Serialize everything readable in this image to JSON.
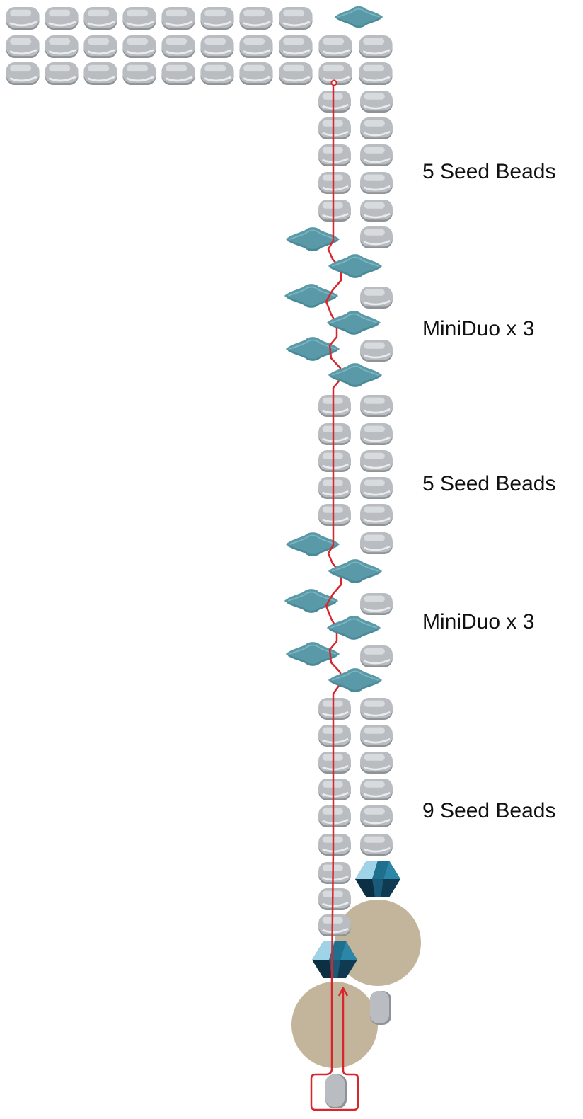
{
  "colors": {
    "seed_bead": "#b9bdc1",
    "seed_bead_shadow": "#8e9397",
    "seed_bead_highlight": "#eef0f2",
    "miniduo": "#5a9aa8",
    "miniduo_shade": "#3f7f8e",
    "miniduo_highlight": "#8cc0cb",
    "pearl": "#c2b59b",
    "crystal_dark": "#0f3a52",
    "crystal_mid": "#1f6f8f",
    "crystal_light": "#9fd3e8",
    "thread": "#d7262c"
  },
  "labels": {
    "step1": "5 Seed Beads",
    "step2": "MiniDuo x 3",
    "step3": "5 Seed Beads",
    "step4": "MiniDuo x 3",
    "step5": "9 Seed Beads"
  }
}
